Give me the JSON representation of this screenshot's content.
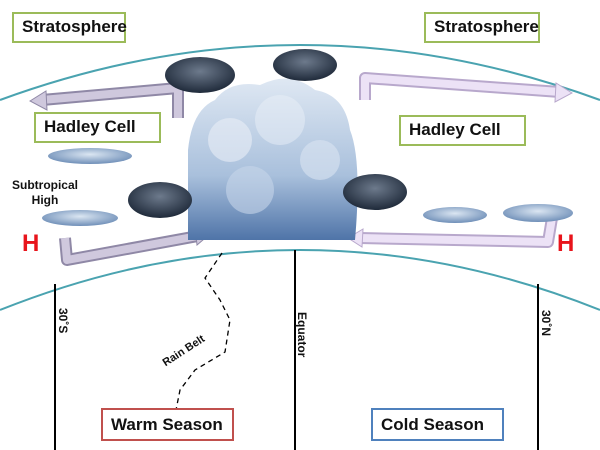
{
  "labels": {
    "stratosphere_left": "Stratosphere",
    "stratosphere_right": "Stratosphere",
    "hadley_left": "Hadley Cell",
    "hadley_right": "Hadley Cell",
    "subtropical_high": "Subtropical High",
    "high_left": "H",
    "high_right": "H",
    "lat_30s": "30˚S",
    "equator": "Equator",
    "lat_30n": "30˚N",
    "rain_belt": "Rain Belt",
    "warm_season": "Warm Season",
    "cold_season": "Cold Season"
  },
  "colors": {
    "arc": "#4aa3b0",
    "high": "#e8141b",
    "stratosphere_border": "#9bbb59",
    "warm_border": "#c0504d",
    "cold_border": "#4f81bd",
    "arrow_left": "#c8c0d8",
    "arrow_right": "#e6d9f2"
  }
}
